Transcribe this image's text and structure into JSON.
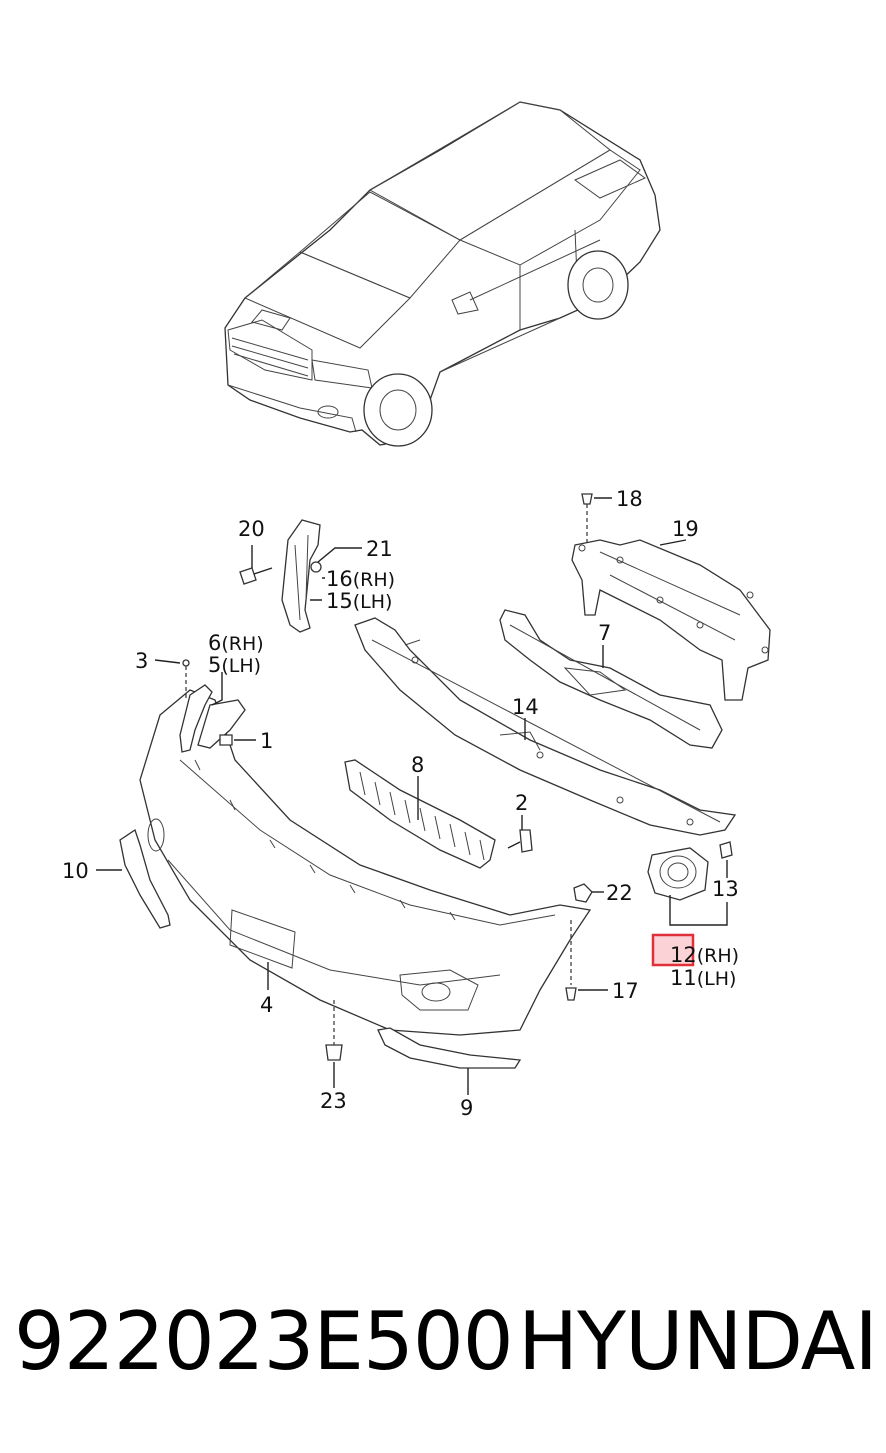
{
  "callouts": [
    {
      "id": "c20",
      "text": "20"
    },
    {
      "id": "c21",
      "text": "21"
    },
    {
      "id": "c16",
      "text": "16",
      "side": "(RH)"
    },
    {
      "id": "c15",
      "text": "15",
      "side": "(LH)"
    },
    {
      "id": "c18",
      "text": "18"
    },
    {
      "id": "c19",
      "text": "19"
    },
    {
      "id": "c3",
      "text": "3"
    },
    {
      "id": "c6",
      "text": "6",
      "side": "(RH)"
    },
    {
      "id": "c5",
      "text": "5",
      "side": "(LH)"
    },
    {
      "id": "c1",
      "text": "1"
    },
    {
      "id": "c7",
      "text": "7"
    },
    {
      "id": "c14",
      "text": "14"
    },
    {
      "id": "c8",
      "text": "8"
    },
    {
      "id": "c2",
      "text": "2"
    },
    {
      "id": "c10",
      "text": "10"
    },
    {
      "id": "c22",
      "text": "22"
    },
    {
      "id": "c13",
      "text": "13"
    },
    {
      "id": "c12",
      "text": "12",
      "side": "(RH)"
    },
    {
      "id": "c11",
      "text": "11",
      "side": "(LH)"
    },
    {
      "id": "c17",
      "text": "17"
    },
    {
      "id": "c4",
      "text": "4"
    },
    {
      "id": "c23",
      "text": "23"
    },
    {
      "id": "c9",
      "text": "9"
    }
  ],
  "highlighted_callout": "12",
  "footer": {
    "part_number": "922023E500",
    "brand": "HYUNDAI"
  }
}
